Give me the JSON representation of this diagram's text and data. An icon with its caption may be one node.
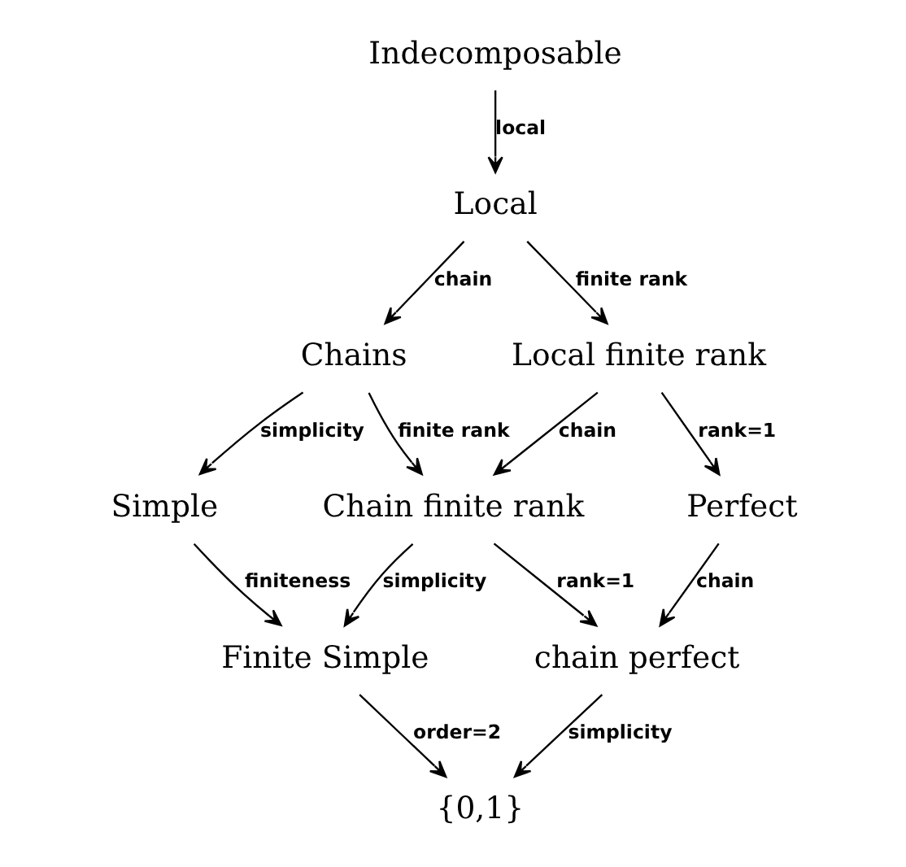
{
  "diagram": {
    "nodes": [
      {
        "text": [
          "Indecomposable"
        ]
      },
      {
        "text": [
          "Local"
        ]
      },
      {
        "text": [
          "Chains"
        ]
      },
      {
        "text": [
          "Local finite rank"
        ]
      },
      {
        "text": [
          "Simple"
        ]
      },
      {
        "text": [
          "Chain finite rank"
        ]
      },
      {
        "text": [
          "Perfect"
        ]
      },
      {
        "text": [
          "Finite Simple"
        ]
      },
      {
        "text": [
          "chain perfect"
        ]
      },
      {
        "text": [
          "{0,1}"
        ]
      }
    ],
    "edges": [
      {
        "from": 0,
        "to": 1,
        "arrow": "to",
        "label": "local"
      },
      {
        "from": 1,
        "to": 2,
        "arrow": "to",
        "label": "chain"
      },
      {
        "from": 1,
        "to": 3,
        "arrow": "to",
        "label": "finite rank"
      },
      {
        "from": 2,
        "to": 4,
        "arrow": "to",
        "label": "simplicity"
      },
      {
        "from": 2,
        "to": 5,
        "arrow": "to",
        "label": "finite rank"
      },
      {
        "from": 3,
        "to": 5,
        "arrow": "to",
        "label": "chain"
      },
      {
        "from": 3,
        "to": 6,
        "arrow": "to",
        "label": "rank=1"
      },
      {
        "from": 4,
        "to": 7,
        "arrow": "to",
        "label": "finiteness"
      },
      {
        "from": 5,
        "to": 7,
        "arrow": "to",
        "label": "simplicity"
      },
      {
        "from": 5,
        "to": 8,
        "arrow": "to",
        "label": "rank=1"
      },
      {
        "from": 6,
        "to": 8,
        "arrow": "to",
        "label": "chain"
      },
      {
        "from": 7,
        "to": 9,
        "arrow": "to",
        "label": "order=2"
      },
      {
        "from": 8,
        "to": 9,
        "arrow": "to",
        "label": "simplicity"
      }
    ]
  }
}
